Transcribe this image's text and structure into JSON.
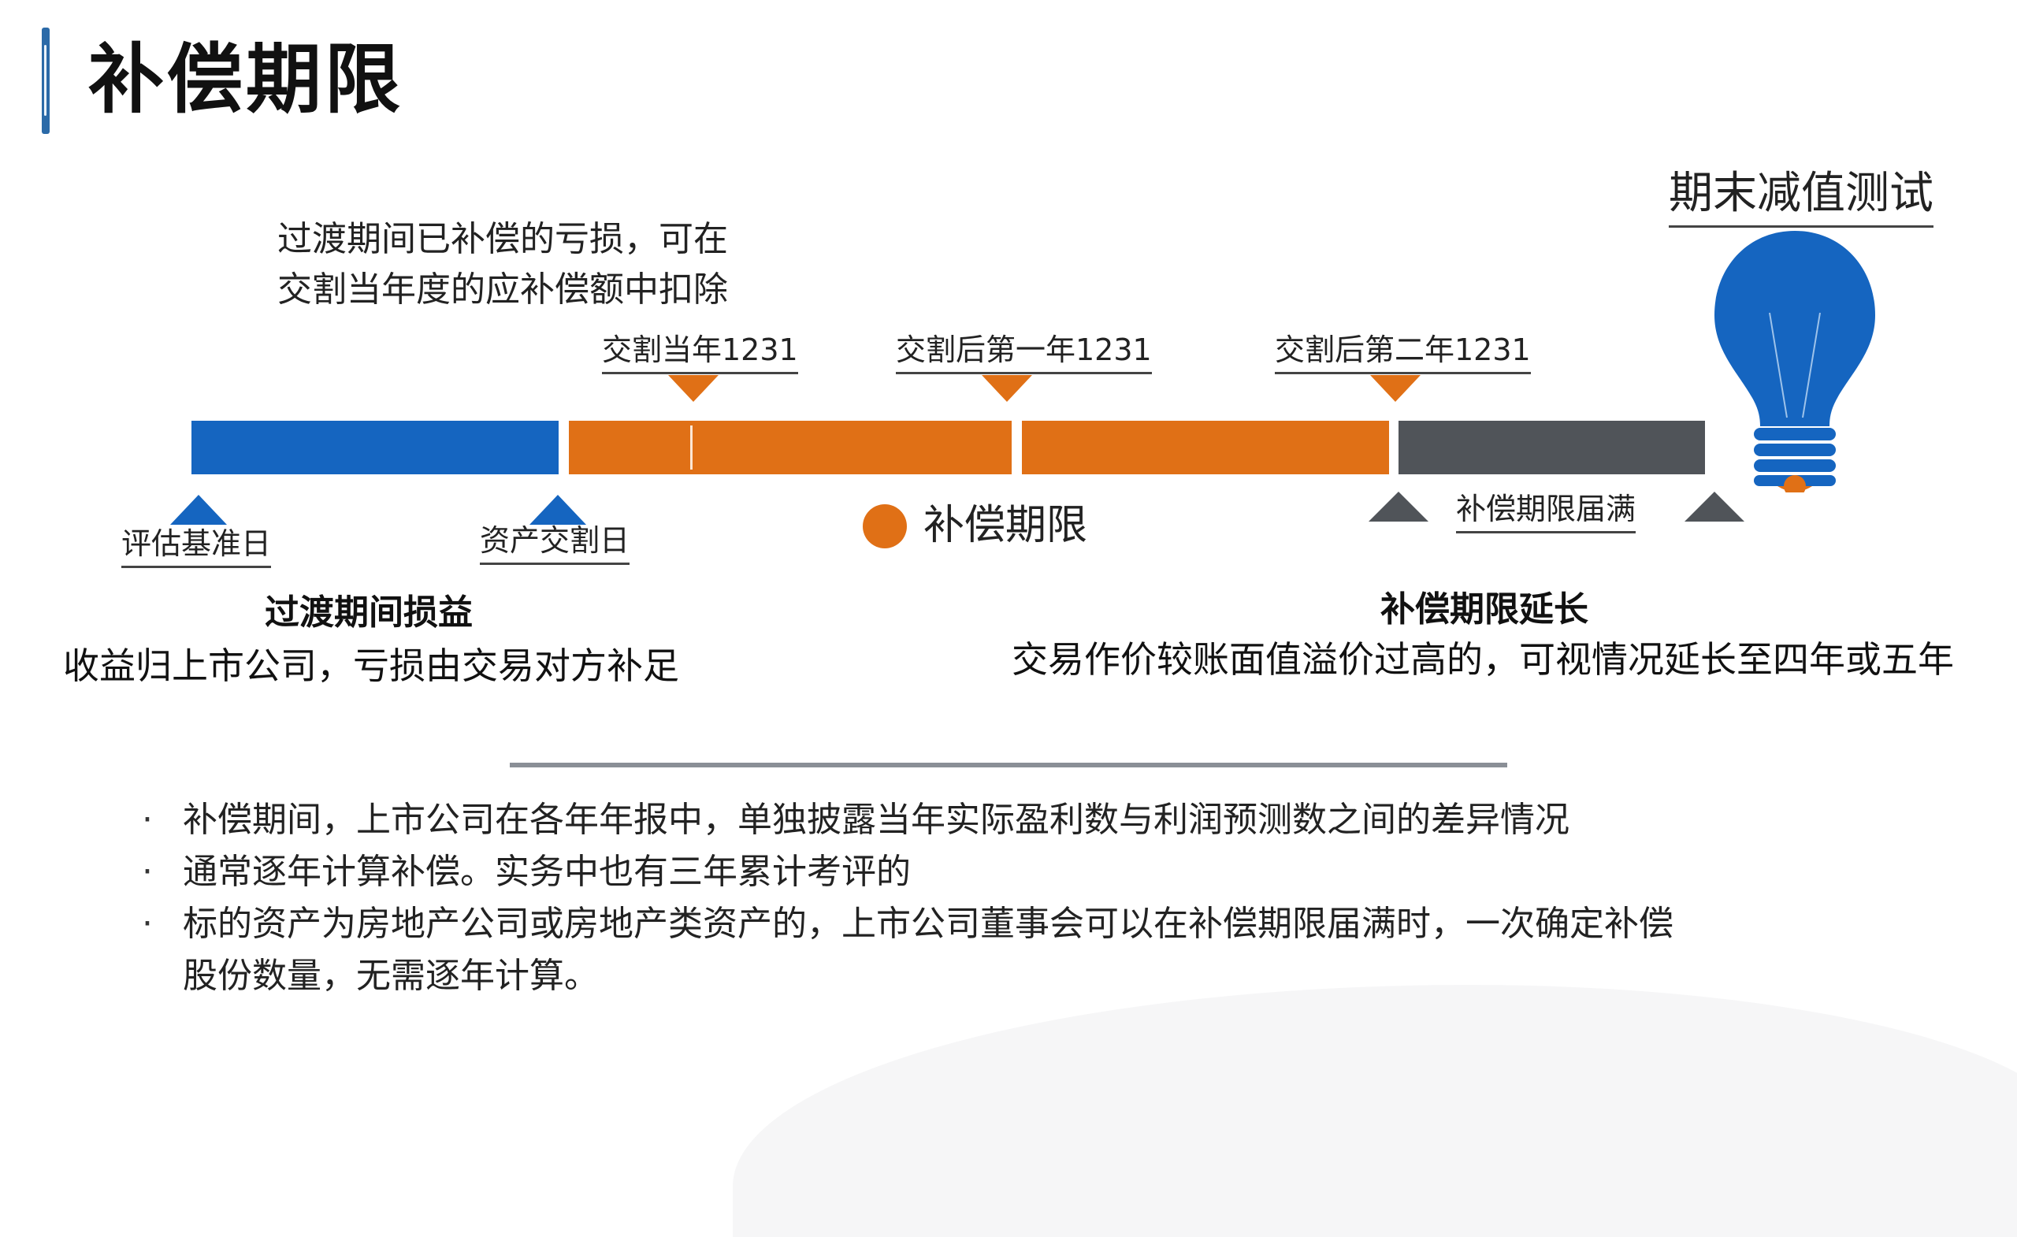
{
  "title": "补偿期限",
  "transition_note": {
    "line1": "过渡期间已补偿的亏损，可在",
    "line2": "交割当年度的应补偿额中扣除"
  },
  "milestones_top": [
    "交割当年1231",
    "交割后第一年1231",
    "交割后第二年1231"
  ],
  "milestones_bottom": {
    "valuation_date": "评估基准日",
    "delivery_date": "资产交割日",
    "period_expiry": "补偿期限届满"
  },
  "legend": {
    "label": "补偿期限",
    "color": "#e07016"
  },
  "colors": {
    "blue": "#1565c0",
    "orange": "#e07016",
    "gray": "#505459"
  },
  "transition_section": {
    "heading": "过渡期间损益",
    "text": "收益归上市公司，亏损由交易对方补足"
  },
  "extension_section": {
    "heading": "补偿期限延长",
    "text": "交易作价较账面值溢价过高的，可视情况延长至四年或五年"
  },
  "bulb": {
    "label": "期末减值测试",
    "icon": "lightbulb-icon"
  },
  "bullets": [
    "补偿期间，上市公司在各年年报中，单独披露当年实际盈利数与利润预测数之间的差异情况",
    "通常逐年计算补偿。实务中也有三年累计考评的",
    "标的资产为房地产公司或房地产类资产的，上市公司董事会可以在补偿期限届满时，一次确定补偿",
    "股份数量，无需逐年计算。"
  ]
}
